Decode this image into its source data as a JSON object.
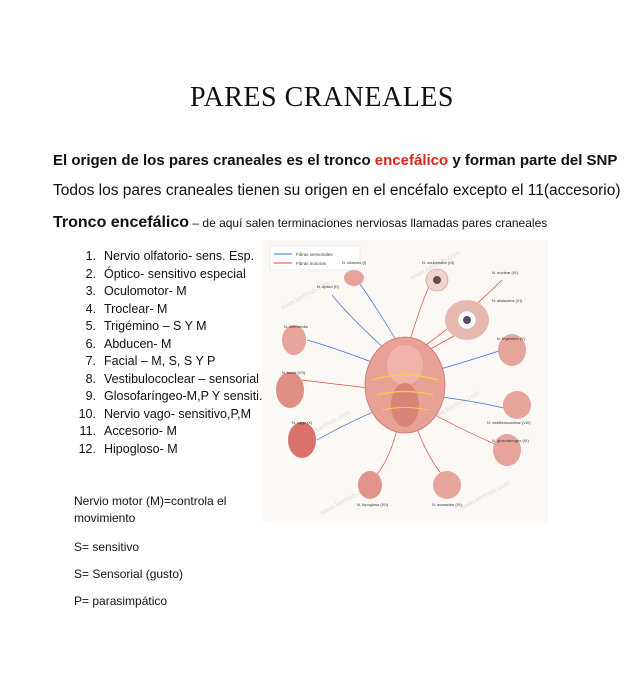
{
  "document": {
    "title": "PARES CRANEALES",
    "intro": {
      "part1": "El origen de los pares craneales es el tronco ",
      "highlight": "encefálico",
      "part2": " y forman parte del SNP"
    },
    "statement": "Todos los pares craneales tienen su origen en el encéfalo excepto el 11(accesorio)",
    "section": {
      "heading": "Tronco encefálico",
      "subtitle": " – de aquí salen terminaciones nerviosas llamadas pares craneales"
    },
    "nerves": [
      {
        "num": "1.",
        "text": "Nervio olfatorio- sens. Esp."
      },
      {
        "num": "2.",
        "text": "Óptico- sensitivo especial"
      },
      {
        "num": "3.",
        "text": "Oculomotor- M"
      },
      {
        "num": "4.",
        "text": "Troclear- M"
      },
      {
        "num": "5.",
        "text": "Trigémino – S Y M"
      },
      {
        "num": "6.",
        "text": "Abducen- M"
      },
      {
        "num": "7.",
        "text": "Facial – M, S, S Y P"
      },
      {
        "num": "8.",
        "text": "Vestibulococlear – sensorial"
      },
      {
        "num": "9.",
        "text": "Glosofaríngeo-M,P Y sensiti.."
      },
      {
        "num": "10.",
        "text": "Nervio vago- sensitivo,P,M"
      },
      {
        "num": "11.",
        "text": "Accesorio- M"
      },
      {
        "num": "12.",
        "text": "Hipogloso- M"
      }
    ],
    "legend": {
      "motor": "Nervio motor (M)=controla el movimiento",
      "sensitive": "S= sensitivo",
      "sensorial": "S= Sensorial (gusto)",
      "parasympathetic": "P= parasimpático"
    }
  },
  "figure": {
    "legend_sensory": "Fibras sensoriales",
    "legend_motor": "Fibras motoras",
    "labels": {
      "olfactory": "N. olfatorio (I)",
      "oculomotor": "N. oculomotor (III)",
      "troclear": "N. troclear (IV)",
      "optic": "N. óptico (II)",
      "abducens": "N. abducens (VI)",
      "intermediate": "N. intermedio",
      "trigeminal": "N. trigémino (V)",
      "facial": "N. facial (VII)",
      "vestibulocochlear": "N. vestibulococlear (VIII)",
      "vagus": "N. vago (X)",
      "glossopharyngeal": "N. glosofaríngeo (IX)",
      "hypoglossal": "N. hipogloso (XII)",
      "accessory": "N. accesorio (XI)"
    },
    "watermark": "www.kenhub.com",
    "colors": {
      "sensory": "#3b6fd6",
      "motor": "#e0442f",
      "brain": "#e9a097",
      "nerve": "#f3d23a"
    }
  }
}
